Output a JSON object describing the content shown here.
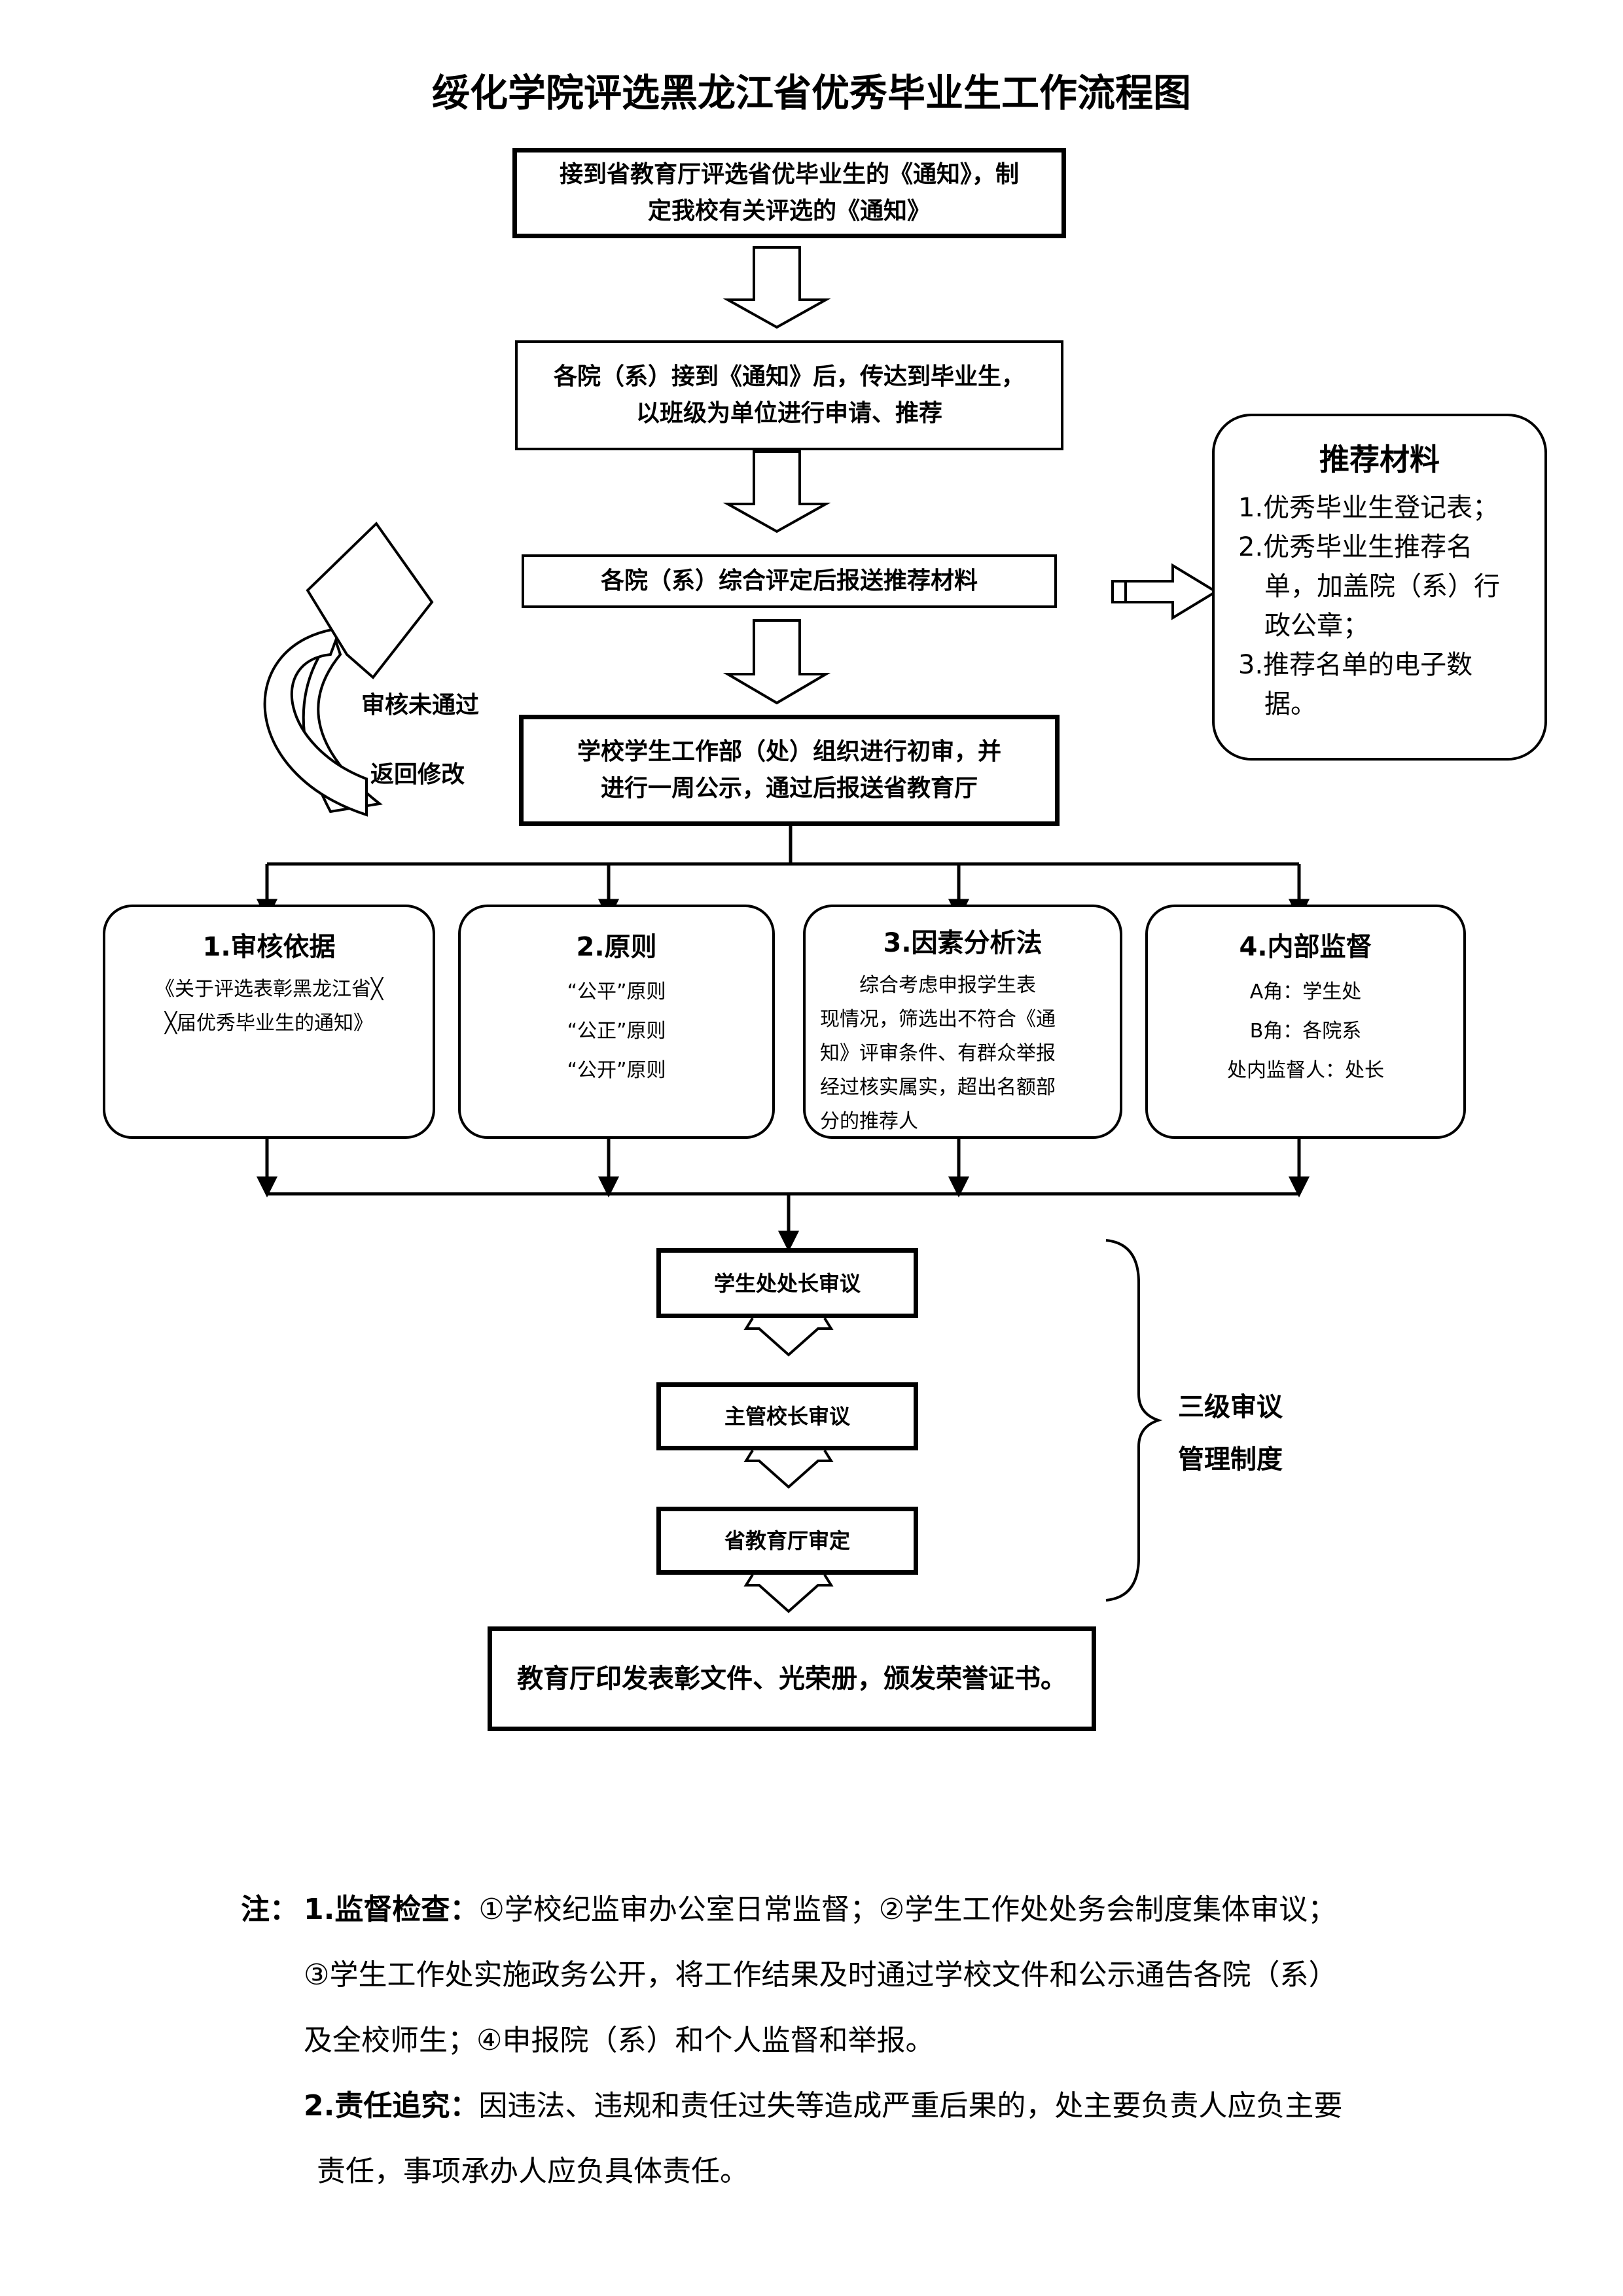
{
  "title": "绥化学院评选黑龙江省优秀毕业生工作流程图",
  "steps": {
    "s1_l1": "接到省教育厅评选省优毕业生的《通知》，制",
    "s1_l2": "定我校有关评选的《通知》",
    "s2_l1": "各院（系）接到《通知》后，传达到毕业生，",
    "s2_l2": "以班级为单位进行申请、推荐",
    "s3": "各院（系）综合评定后报送推荐材料",
    "s4_l1": "学校学生工作部（处）组织进行初审，并",
    "s4_l2": "进行一周公示，通过后报送省教育厅"
  },
  "loop": {
    "fail": "审核未通过",
    "return": "返回修改"
  },
  "materials": {
    "heading": "推荐材料",
    "items": [
      "1.优秀毕业生登记表；",
      "2.优秀毕业生推荐名",
      "单，加盖院（系）行",
      "政公章；",
      "3.推荐名单的电子数",
      "据。"
    ]
  },
  "criteria": [
    {
      "heading": "1.审核依据",
      "lines": [
        "《关于评选表彰黑龙江省╳",
        "╳届优秀毕业生的通知》"
      ]
    },
    {
      "heading": "2.原则",
      "lines": [
        "“公平”原则",
        "“公正”原则",
        "“公开”原则"
      ]
    },
    {
      "heading": "3.因素分析法",
      "lines": [
        "综合考虑申报学生表",
        "现情况，筛选出不符合《通",
        "知》评审条件、有群众举报",
        "经过核实属实，超出名额部",
        "分的推荐人"
      ]
    },
    {
      "heading": "4.内部监督",
      "lines": [
        "A角：学生处",
        "B角：各院系",
        "处内监督人：处长"
      ]
    }
  ],
  "review": {
    "r1": "学生处处长审议",
    "r2": "主管校长审议",
    "r3": "省教育厅审定",
    "label_l1": "三级审议",
    "label_l2": "管理制度"
  },
  "final": "教育厅印发表彰文件、光荣册，颁发荣誉证书。",
  "notes": {
    "prefix": "注：",
    "n1_title": "1.监督检查：",
    "n1_l1": "①学校纪监审办公室日常监督；②学生工作处处务会制度集体审议；",
    "n1_l2": "③学生工作处实施政务公开，将工作结果及时通过学校文件和公示通告各院（系）",
    "n1_l3": "及全校师生；④申报院（系）和个人监督和举报。",
    "n2_title": "2.责任追究：",
    "n2_l1": "因违法、违规和责任过失等造成严重后果的，处主要负责人应负主要",
    "n2_l2": "责任，事项承办人应负具体责任。"
  }
}
